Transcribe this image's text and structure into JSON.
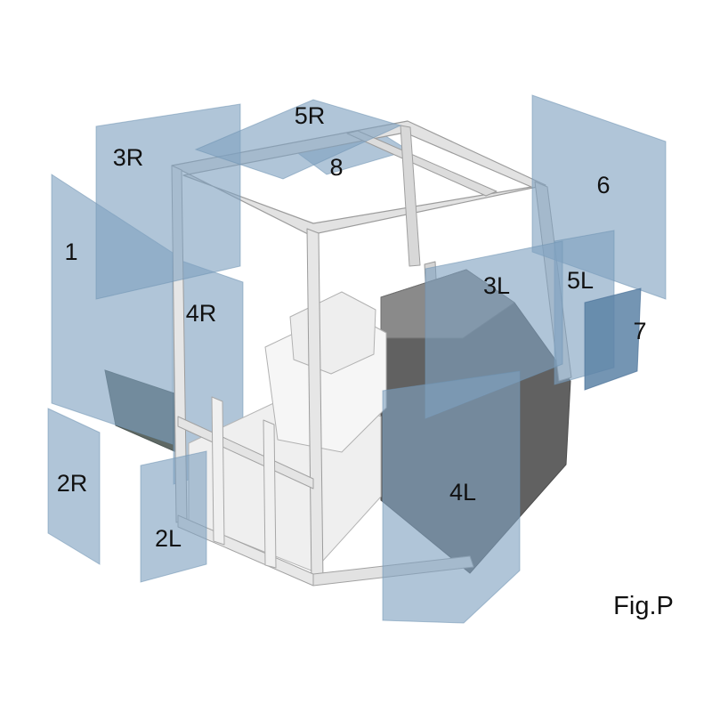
{
  "figure": {
    "caption": "Fig.P"
  },
  "colors": {
    "glass": "#7fa2c0",
    "glass_dark": "#5c82a6",
    "frame_light": "#e6e6e6",
    "frame_mid": "#dcdcdc",
    "frame_outline": "#9c9c9c",
    "body_dark": "#616161",
    "body_mid": "#8a8a8a",
    "floor_white": "#efefef",
    "label_text": "#111111"
  },
  "labels": [
    {
      "id": "1",
      "text": "1"
    },
    {
      "id": "2R",
      "text": "2R"
    },
    {
      "id": "3R",
      "text": "3R"
    },
    {
      "id": "4R",
      "text": "4R"
    },
    {
      "id": "2L",
      "text": "2L"
    },
    {
      "id": "5R",
      "text": "5R"
    },
    {
      "id": "8",
      "text": "8"
    },
    {
      "id": "3L",
      "text": "3L"
    },
    {
      "id": "5L",
      "text": "5L"
    },
    {
      "id": "6",
      "text": "6"
    },
    {
      "id": "7",
      "text": "7"
    },
    {
      "id": "4L",
      "text": "4L"
    }
  ]
}
